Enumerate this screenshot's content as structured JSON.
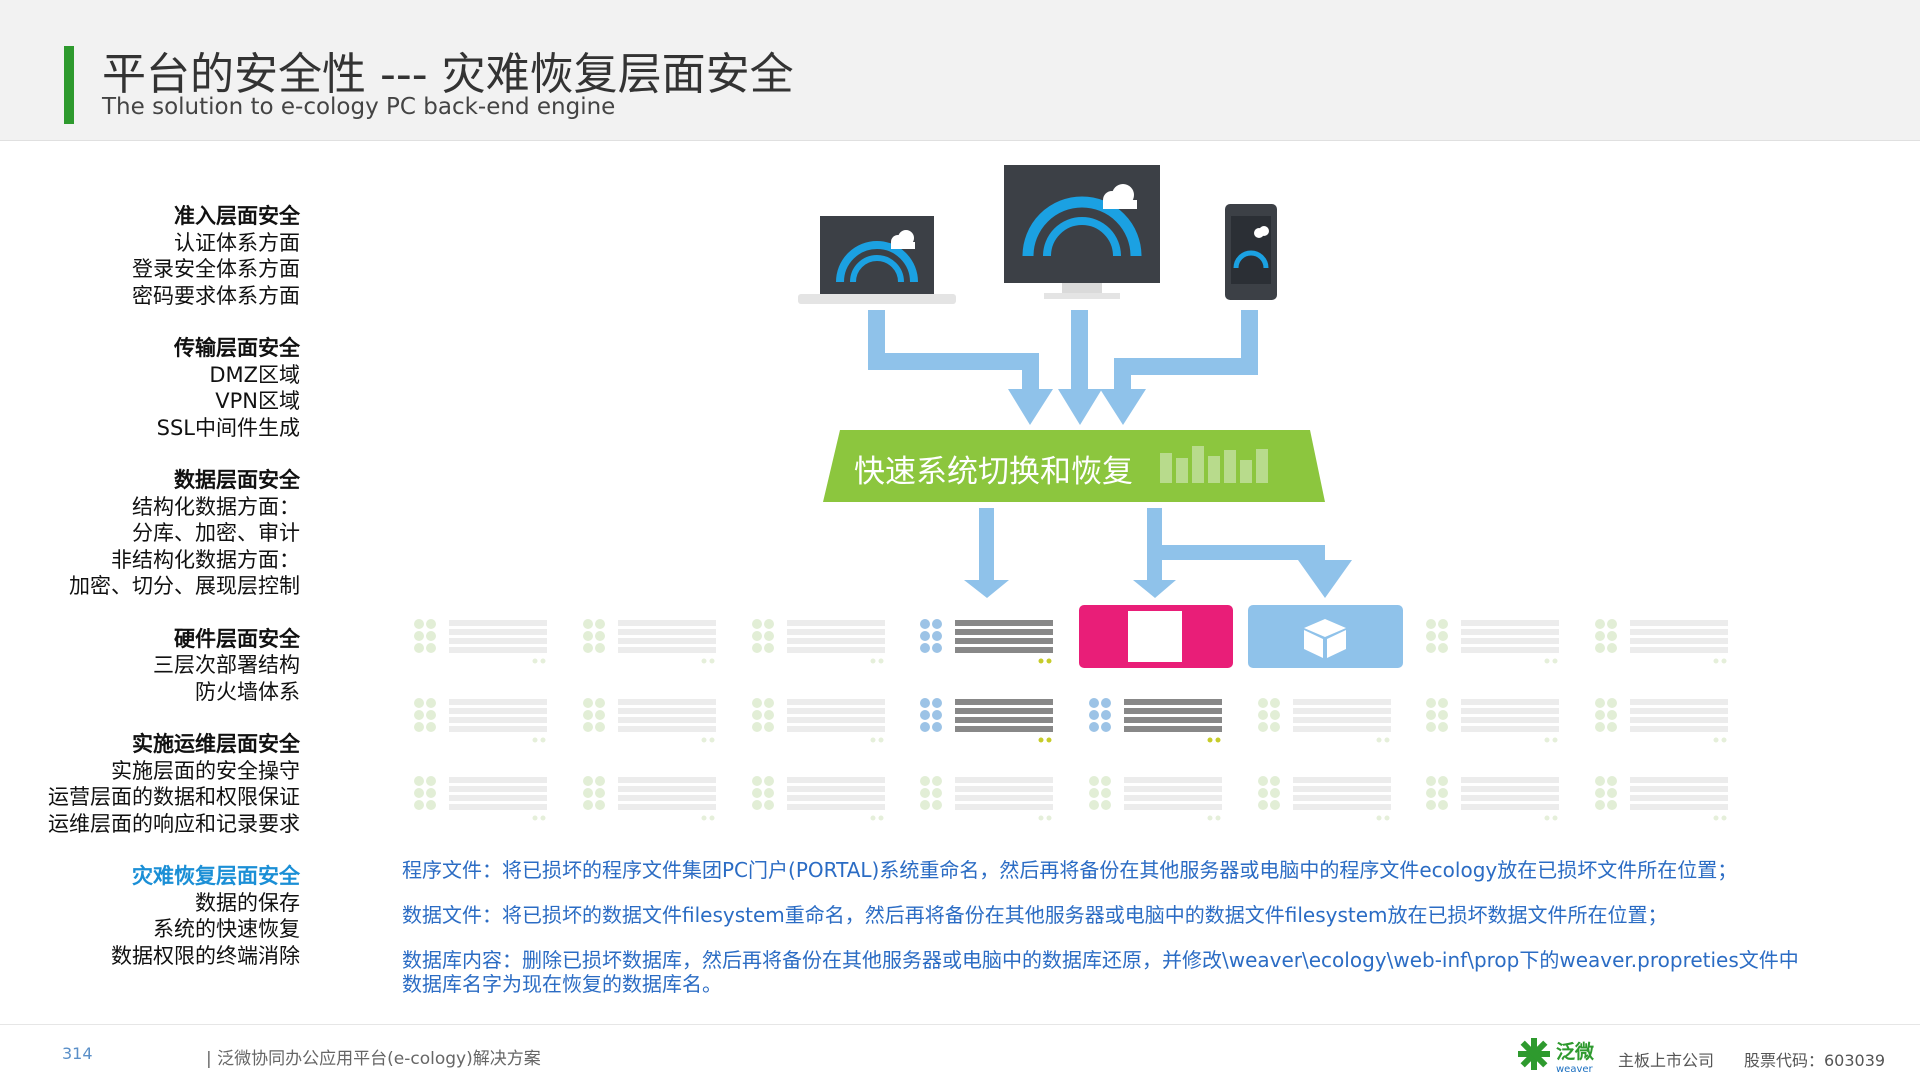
{
  "header": {
    "title": "平台的安全性  --- 灾难恢复层面安全",
    "subtitle": "The solution to e-cology PC back-end engine"
  },
  "sidebar": {
    "sections": [
      {
        "title": "准入层面安全",
        "items": [
          "认证体系方面",
          "登录安全体系方面",
          "密码要求体系方面"
        ]
      },
      {
        "title": "传输层面安全",
        "items": [
          "DMZ区域",
          "VPN区域",
          "SSL中间件生成"
        ]
      },
      {
        "title": "数据层面安全",
        "items": [
          "结构化数据方面：",
          "分库、加密、审计",
          "非结构化数据方面：",
          "加密、切分、展现层控制"
        ]
      },
      {
        "title": "硬件层面安全",
        "items": [
          "三层次部署结构",
          "防火墙体系"
        ]
      },
      {
        "title": "实施运维层面安全",
        "items": [
          "实施层面的安全操守",
          "运营层面的数据和权限保证",
          "运维层面的响应和记录要求"
        ]
      },
      {
        "title": "灾难恢复层面安全",
        "items": [
          "数据的保存",
          "系统的快速恢复",
          "数据权限的终端消除"
        ]
      }
    ]
  },
  "diagram": {
    "banner_label": "快速系统切换和恢复",
    "colors": {
      "arrow": "#8fc2ea",
      "banner": "#8cc63e",
      "pink": "#e91e78",
      "blue_box": "#8fc2ea",
      "screen": "#3c4046",
      "rainbow": "#1ba1e2"
    },
    "devices": [
      "laptop-icon",
      "monitor-icon",
      "phone-icon"
    ]
  },
  "notes": [
    "程序文件：将已损坏的程序文件集团PC门户(PORTAL)系统重命名，然后再将备份在其他服务器或电脑中的程序文件ecology放在已损坏文件所在位置；",
    "数据文件：将已损坏的数据文件filesystem重命名，然后再将备份在其他服务器或电脑中的数据文件filesystem放在已损坏数据文件所在位置；",
    "数据库内容：删除已损坏数据库，然后再将备份在其他服务器或电脑中的数据库还原，并修改\\weaver\\ecology\\web-inf\\prop下的weaver.propreties文件中数据库名字为现在恢复的数据库名。"
  ],
  "footer": {
    "page_number": "314",
    "text": "| 泛微协同办公应用平台(e-cology)解决方案",
    "brand": "泛微",
    "brand_sub": "weaver",
    "listing": "主板上市公司",
    "stock": "股票代码：603039"
  }
}
